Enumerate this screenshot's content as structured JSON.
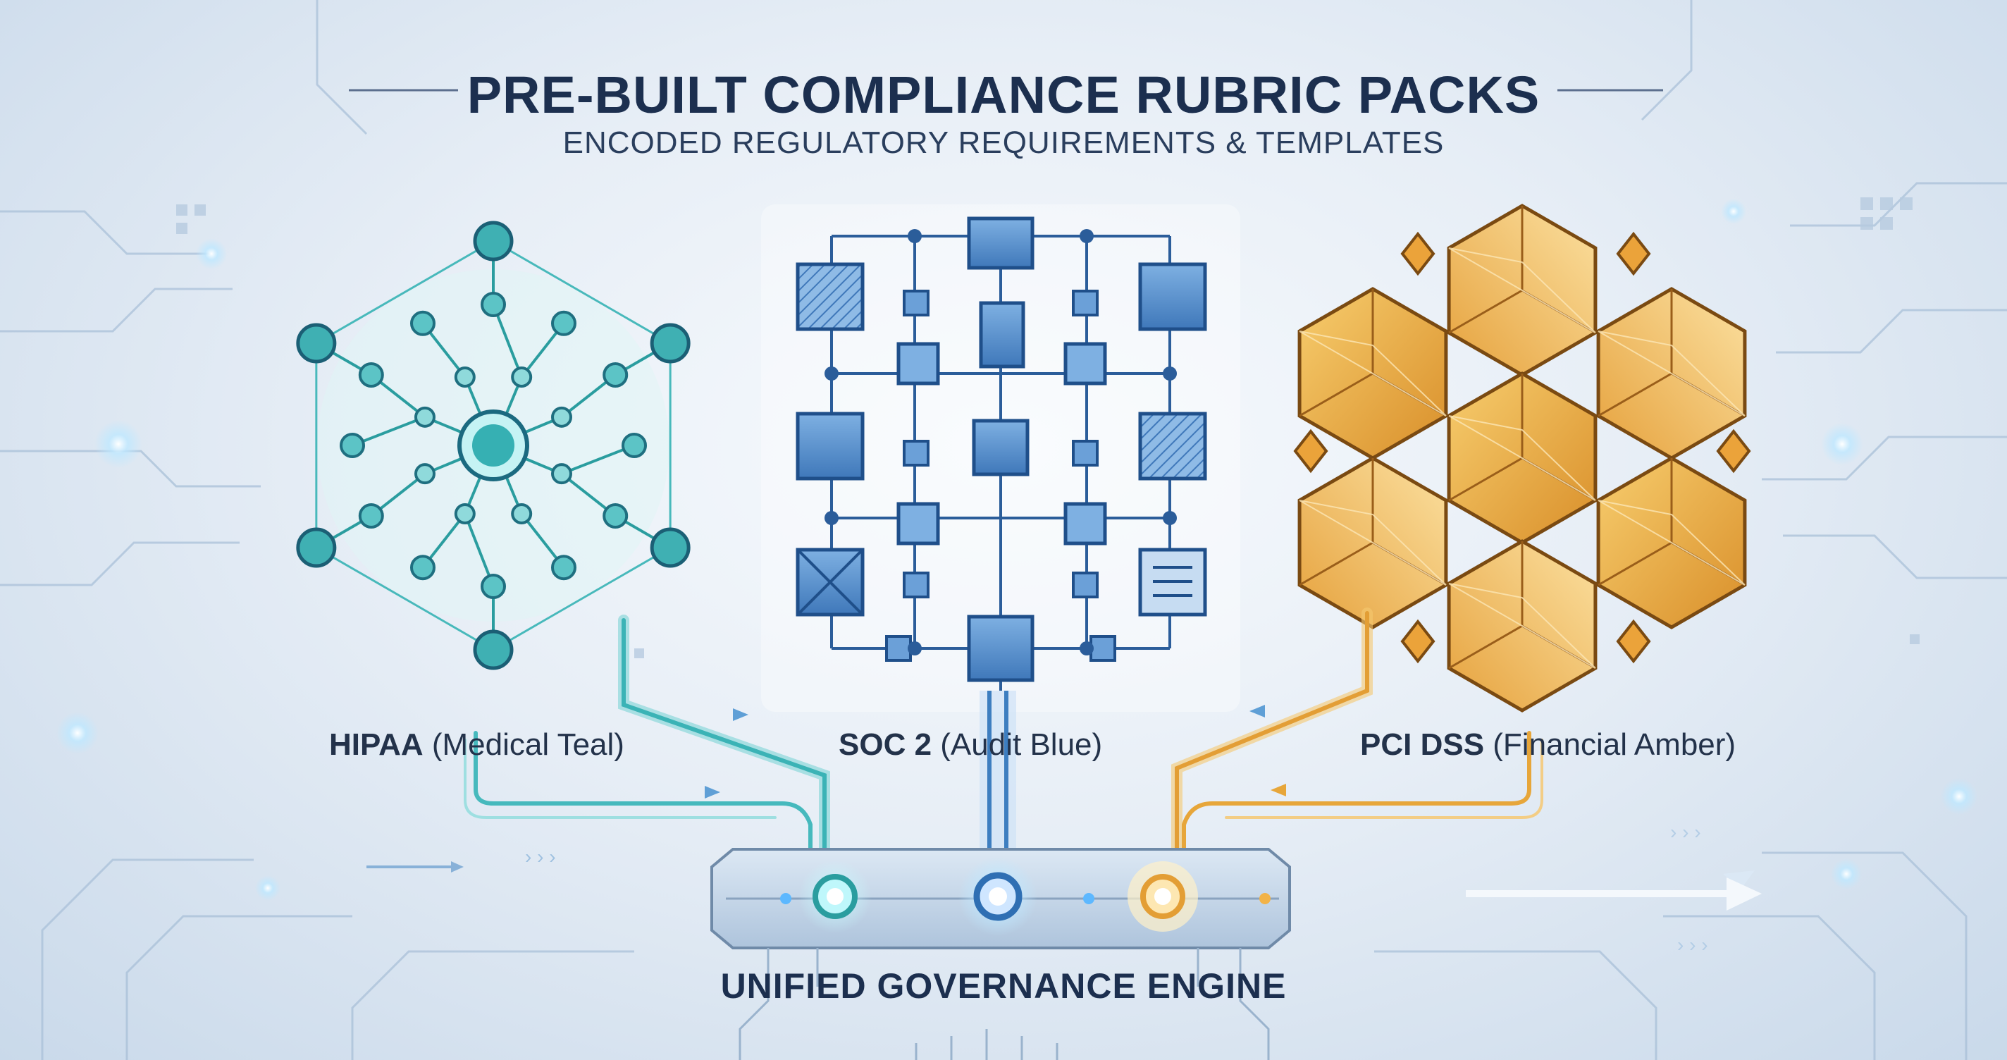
{
  "header": {
    "title": "PRE-BUILT COMPLIANCE RUBRIC PACKS",
    "subtitle": "ENCODED REGULATORY REQUIREMENTS & TEMPLATES"
  },
  "packs": [
    {
      "name": "HIPAA",
      "descriptor": "(Medical Teal)",
      "color": "#2a9d9f"
    },
    {
      "name": "SOC 2",
      "descriptor": "(Audit Blue)",
      "color": "#3d7ec0"
    },
    {
      "name": "PCI DSS",
      "descriptor": "(Financial Amber)",
      "color": "#e7a63a"
    }
  ],
  "engine": {
    "label": "UNIFIED GOVERNANCE ENGINE"
  },
  "colors": {
    "teal": "#2a9d9f",
    "blue": "#3d7ec0",
    "amber": "#e7a63a",
    "text": "#1c2f4f"
  },
  "icons": [
    "network-graph-icon",
    "block-grid-icon",
    "crystal-hexagon-icon",
    "node-connector-icon"
  ]
}
